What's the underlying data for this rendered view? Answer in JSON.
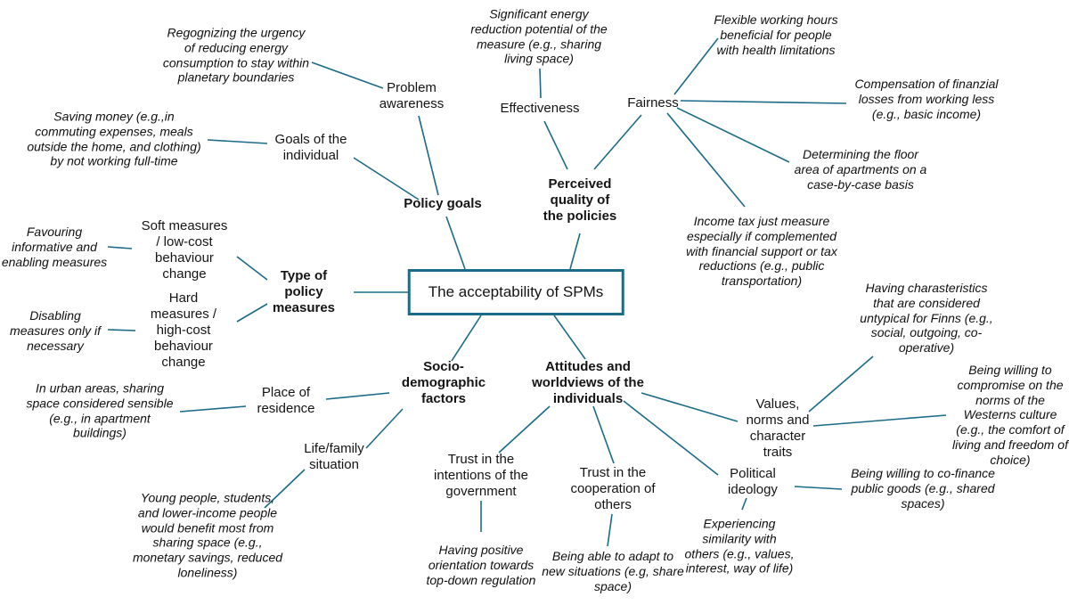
{
  "colors": {
    "accent": "#1b6b88",
    "text": "#141414",
    "background": "#ffffff"
  },
  "center": {
    "label": "The acceptability of SPMs"
  },
  "branches": {
    "policy_goals": {
      "label": "Policy goals",
      "children": {
        "problem_awareness": {
          "label": "Problem awareness",
          "note": "Regognizing the urgency of reducing energy consumption to stay within planetary boundaries"
        },
        "goals_of_the_individual": {
          "label": "Goals of the individual",
          "note": "Saving money (e.g.,in commuting expenses, meals outside the home, and clothing) by not working full-time"
        }
      }
    },
    "perceived_quality": {
      "label": "Perceived quality of the policies",
      "children": {
        "effectiveness": {
          "label": "Effectiveness",
          "note": "Significant energy reduction potential of the measure (e.g., sharing living space)"
        },
        "fairness": {
          "label": "Fairness",
          "notes": [
            "Flexible working hours beneficial for people with health limitations",
            "Compensation of finanzial losses from working less (e.g., basic income)",
            "Determining the floor area of apartments on a case-by-case basis",
            "Income tax just measure especially if complemented with financial support or tax reductions (e.g., public transportation)"
          ]
        }
      }
    },
    "type_of_policy_measures": {
      "label": "Type of policy measures",
      "children": {
        "soft_measures": {
          "label": "Soft measures / low-cost behaviour change",
          "note": "Favouring informative and enabling measures"
        },
        "hard_measures": {
          "label": "Hard measures / high-cost behaviour change",
          "note": "Disabling measures only if necessary"
        }
      }
    },
    "socio_demographic": {
      "label": "Socio-demographic factors",
      "children": {
        "place_of_residence": {
          "label": "Place of residence",
          "note": "In urban areas, sharing space considered sensible (e.g., in apartment buildings)"
        },
        "life_family_situation": {
          "label": "Life/family situation",
          "note": "Young people, students, and lower-income people would benefit most from sharing space (e.g., monetary savings, reduced loneliness)"
        }
      }
    },
    "attitudes": {
      "label": "Attitudes and worldviews of the individuals",
      "children": {
        "trust_in_intentions": {
          "label": "Trust in the intentions of the government",
          "note": "Having positive orientation towards top-down regulation"
        },
        "trust_in_cooperation": {
          "label": "Trust in the cooperation of others",
          "note": "Being able to adapt to new situations (e.g, share space)"
        },
        "political_ideology": {
          "label": "Political ideology",
          "notes": [
            "Experiencing similarity with others (e.g., values, interest, way of life)",
            "Being willing to co-finance public goods (e.g., shared spaces)"
          ]
        },
        "values_norms": {
          "label": "Values, norms and character traits",
          "notes": [
            "Having charasteristics that are considered untypical for Finns (e.g., social, outgoing, co-operative)",
            "Being willing to compromise on the norms of the Westerns culture (e.g., the comfort of living and freedom of choice)"
          ]
        }
      }
    }
  }
}
